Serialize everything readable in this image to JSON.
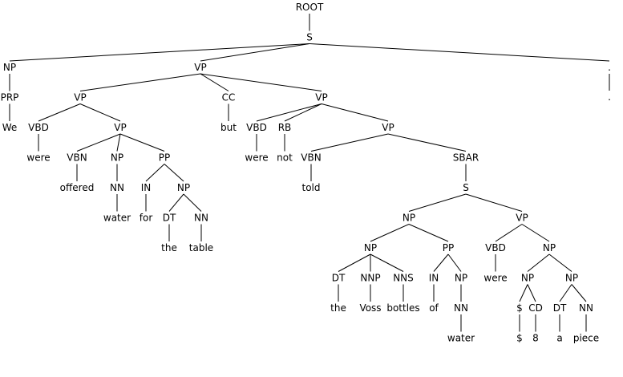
{
  "tree": {
    "label": "ROOT",
    "children": [
      {
        "label": "S",
        "children": [
          {
            "label": "NP",
            "children": [
              {
                "label": "PRP",
                "children": [
                  {
                    "label": "We"
                  }
                ]
              }
            ]
          },
          {
            "label": "VP",
            "children": [
              {
                "label": "VP",
                "children": [
                  {
                    "label": "VBD",
                    "children": [
                      {
                        "label": "were"
                      }
                    ]
                  },
                  {
                    "label": "VP",
                    "children": [
                      {
                        "label": "VBN",
                        "children": [
                          {
                            "label": "offered"
                          }
                        ]
                      },
                      {
                        "label": "NP",
                        "children": [
                          {
                            "label": "NN",
                            "children": [
                              {
                                "label": "water"
                              }
                            ]
                          }
                        ]
                      },
                      {
                        "label": "PP",
                        "children": [
                          {
                            "label": "IN",
                            "children": [
                              {
                                "label": "for"
                              }
                            ]
                          },
                          {
                            "label": "NP",
                            "children": [
                              {
                                "label": "DT",
                                "children": [
                                  {
                                    "label": "the"
                                  }
                                ]
                              },
                              {
                                "label": "NN",
                                "children": [
                                  {
                                    "label": "table"
                                  }
                                ]
                              }
                            ]
                          }
                        ]
                      }
                    ]
                  }
                ]
              },
              {
                "label": "CC",
                "children": [
                  {
                    "label": "but"
                  }
                ]
              },
              {
                "label": "VP",
                "children": [
                  {
                    "label": "VBD",
                    "children": [
                      {
                        "label": "were"
                      }
                    ]
                  },
                  {
                    "label": "RB",
                    "children": [
                      {
                        "label": "not"
                      }
                    ]
                  },
                  {
                    "label": "VP",
                    "children": [
                      {
                        "label": "VBN",
                        "children": [
                          {
                            "label": "told"
                          }
                        ]
                      },
                      {
                        "label": "SBAR",
                        "children": [
                          {
                            "label": "S",
                            "children": [
                              {
                                "label": "NP",
                                "children": [
                                  {
                                    "label": "NP",
                                    "children": [
                                      {
                                        "label": "DT",
                                        "children": [
                                          {
                                            "label": "the"
                                          }
                                        ]
                                      },
                                      {
                                        "label": "NNP",
                                        "children": [
                                          {
                                            "label": "Voss"
                                          }
                                        ]
                                      },
                                      {
                                        "label": "NNS",
                                        "children": [
                                          {
                                            "label": "bottles"
                                          }
                                        ]
                                      }
                                    ]
                                  },
                                  {
                                    "label": "PP",
                                    "children": [
                                      {
                                        "label": "IN",
                                        "children": [
                                          {
                                            "label": "of"
                                          }
                                        ]
                                      },
                                      {
                                        "label": "NP",
                                        "children": [
                                          {
                                            "label": "NN",
                                            "children": [
                                              {
                                                "label": "water"
                                              }
                                            ]
                                          }
                                        ]
                                      }
                                    ]
                                  }
                                ]
                              },
                              {
                                "label": "VP",
                                "children": [
                                  {
                                    "label": "VBD",
                                    "children": [
                                      {
                                        "label": "were"
                                      }
                                    ]
                                  },
                                  {
                                    "label": "NP",
                                    "children": [
                                      {
                                        "label": "NP",
                                        "children": [
                                          {
                                            "label": "$",
                                            "children": [
                                              {
                                                "label": "$"
                                              }
                                            ]
                                          },
                                          {
                                            "label": "CD",
                                            "children": [
                                              {
                                                "label": "8"
                                              }
                                            ]
                                          }
                                        ]
                                      },
                                      {
                                        "label": "NP",
                                        "children": [
                                          {
                                            "label": "DT",
                                            "children": [
                                              {
                                                "label": "a"
                                              }
                                            ]
                                          },
                                          {
                                            "label": "NN",
                                            "children": [
                                              {
                                                "label": "piece"
                                              }
                                            ]
                                          }
                                        ]
                                      }
                                    ]
                                  }
                                ]
                              }
                            ]
                          }
                        ]
                      }
                    ]
                  }
                ]
              }
            ]
          },
          {
            "label": ".",
            "children": [
              {
                "label": "."
              }
            ]
          }
        ]
      }
    ]
  }
}
